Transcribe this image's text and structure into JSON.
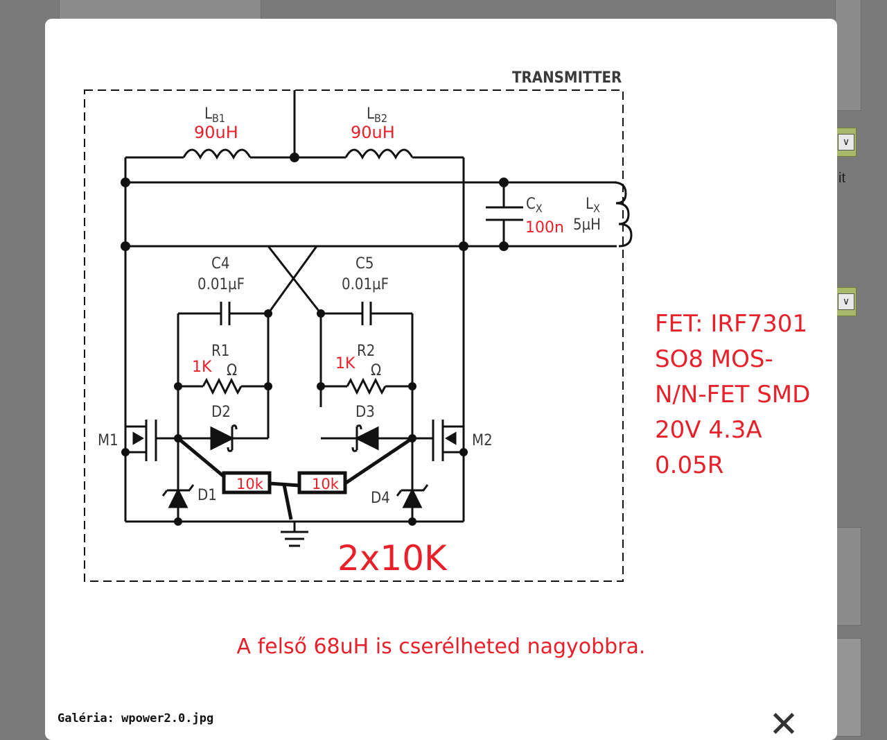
{
  "background": {
    "right_text": "it",
    "thumbnail_caption": "FET: IRF7301\nSO8 MOS..."
  },
  "schematic": {
    "title": "TRANSMITTER",
    "labels": {
      "lb1": "L",
      "lb1_sub": "B1",
      "lb2": "L",
      "lb2_sub": "B2",
      "cx": "C",
      "cx_sub": "X",
      "lx": "L",
      "lx_sub": "X",
      "lx_value": "5µH",
      "c4": "C4",
      "c4_value": "0.01µF",
      "c5": "C5",
      "c5_value": "0.01µF",
      "r1": "R1",
      "r2": "R2",
      "ohm": "Ω",
      "d1": "D1",
      "d2": "D2",
      "d3": "D3",
      "d4": "D4",
      "m1": "M1",
      "m2": "M2"
    },
    "annotations": {
      "lb1_value": "90uH",
      "lb2_value": "90uH",
      "cx_value": "100n",
      "r1_value": "1K",
      "r2_value": "1K",
      "resistor_left": "10k",
      "resistor_right": "10k",
      "big_note": "2x10K",
      "fet_info": [
        "FET: IRF7301",
        "SO8 MOS-",
        "N/N-FET SMD",
        "20V 4.3A",
        "0.05R"
      ]
    }
  },
  "caption": "A felső 68uH is cserélheted nagyobbra.",
  "gallery": {
    "label": "Galéria:",
    "filename": "wpower2.0.jpg"
  },
  "close_icon": "close-icon",
  "colors": {
    "annotation_red": "#e8202a",
    "schematic_ink": "#111111",
    "overlay": "#7a7a7a"
  }
}
